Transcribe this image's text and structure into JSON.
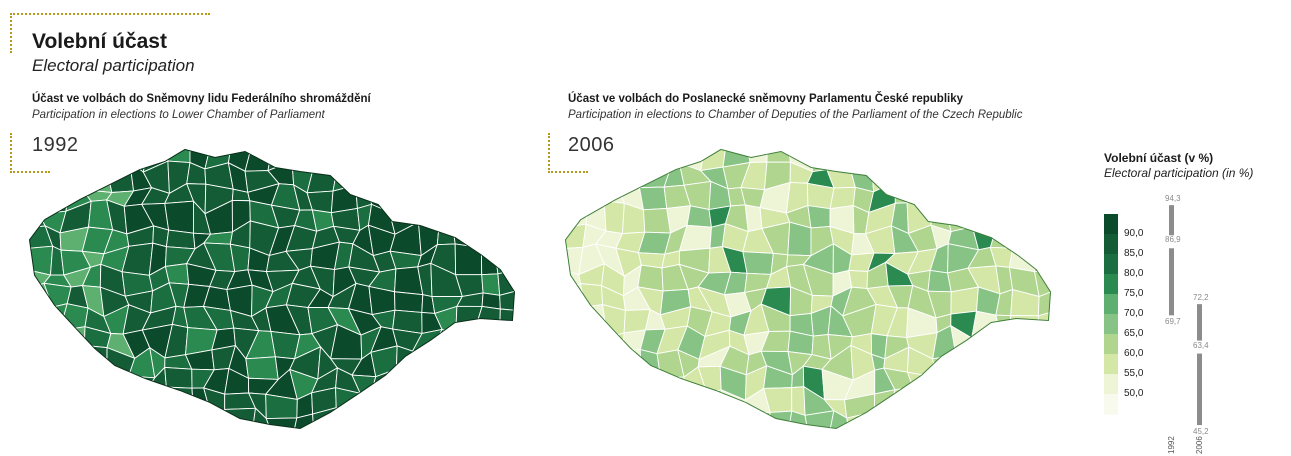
{
  "header": {
    "title": "Volební účast",
    "subtitle": "Electoral participation"
  },
  "maps": [
    {
      "heading": "Účast ve volbách do Sněmovny lidu Federálního shromáždění",
      "subheading": "Participation in elections to Lower Chamber of Parliament",
      "year": "1992"
    },
    {
      "heading": "Účast ve volbách do Poslanecké sněmovny Parlamentu České republiky",
      "subheading": "Participation in elections to Chamber of Deputies of the Parliament of the Czech Republic",
      "year": "2006"
    }
  ],
  "legend": {
    "title": "Volební účast (v %)",
    "subtitle": "Electoral participation (in %)",
    "breaks": [
      "90,0",
      "85,0",
      "80,0",
      "75,0",
      "70,0",
      "65,0",
      "60,0",
      "55,0",
      "50,0"
    ],
    "colors": [
      "#0b4a2a",
      "#135c35",
      "#1b6e3f",
      "#2a8a4f",
      "#5eb070",
      "#86c384",
      "#b0d58f",
      "#d5e7a6",
      "#eef4d6",
      "#f8faee"
    ],
    "ranges": [
      {
        "year": "1992",
        "max": "94,3",
        "median": "86,9",
        "min": "69,7",
        "max_value": 94.3,
        "median_value": 86.9,
        "min_value": 69.7
      },
      {
        "year": "2006",
        "max": "72,2",
        "median": "63,4",
        "min": "45,2",
        "max_value": 72.2,
        "median_value": 63.4,
        "min_value": 45.2
      }
    ]
  }
}
